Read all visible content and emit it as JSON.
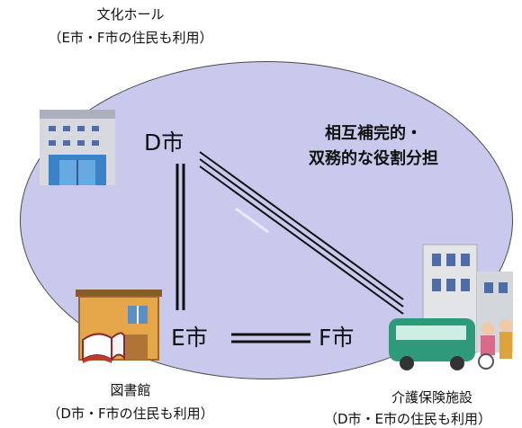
{
  "facilities": {
    "culture_hall": {
      "name": "文化ホール",
      "note": "（E市・F市の住民も利用）"
    },
    "library": {
      "name": "図書館",
      "note": "（D市・F市の住民も利用）"
    },
    "care_facility": {
      "name": "介護保険施設",
      "note": "（D市・E市の住民も利用）"
    }
  },
  "cities": {
    "d": "D市",
    "e": "E市",
    "f": "F市"
  },
  "role": {
    "line1": "相互補完的・",
    "line2": "双務的な役割分担"
  },
  "colors": {
    "region": "#c9c9ee",
    "line": "#111111"
  },
  "icons": [
    "office-building-icon",
    "library-building-icon",
    "care-facility-bus-icon"
  ]
}
